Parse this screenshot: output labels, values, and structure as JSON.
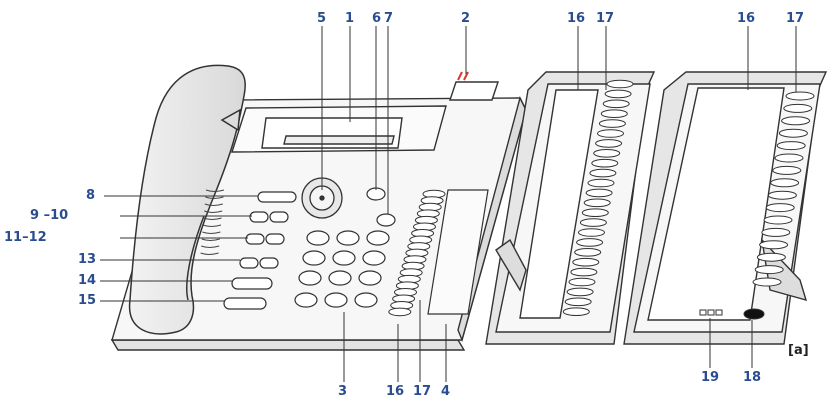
{
  "labels": {
    "n1": "1",
    "n2": "2",
    "n3": "3",
    "n4": "4",
    "n5": "5",
    "n6": "6",
    "n7": "7",
    "n8": "8",
    "n9_10": "9 –10",
    "n11_12": "11–12",
    "n13": "13",
    "n14": "14",
    "n15": "15",
    "n16_a": "16",
    "n17_a": "17",
    "n16_b": "16",
    "n17_b": "17",
    "n16_c": "16",
    "n17_c": "17",
    "n19": "19",
    "n18": "18"
  },
  "figure_tag": "[a]",
  "colors": {
    "label_blue": "#2a4d8f",
    "marker_red": "#d63a2a",
    "outline": "#333333",
    "fill": "#f7f7f7",
    "dial_fill": "#e8e8e8"
  },
  "icons": [
    "handset-icon",
    "navigation-dial-icon",
    "message-led-icon",
    "call-end-icon",
    "call-accept-icon"
  ]
}
